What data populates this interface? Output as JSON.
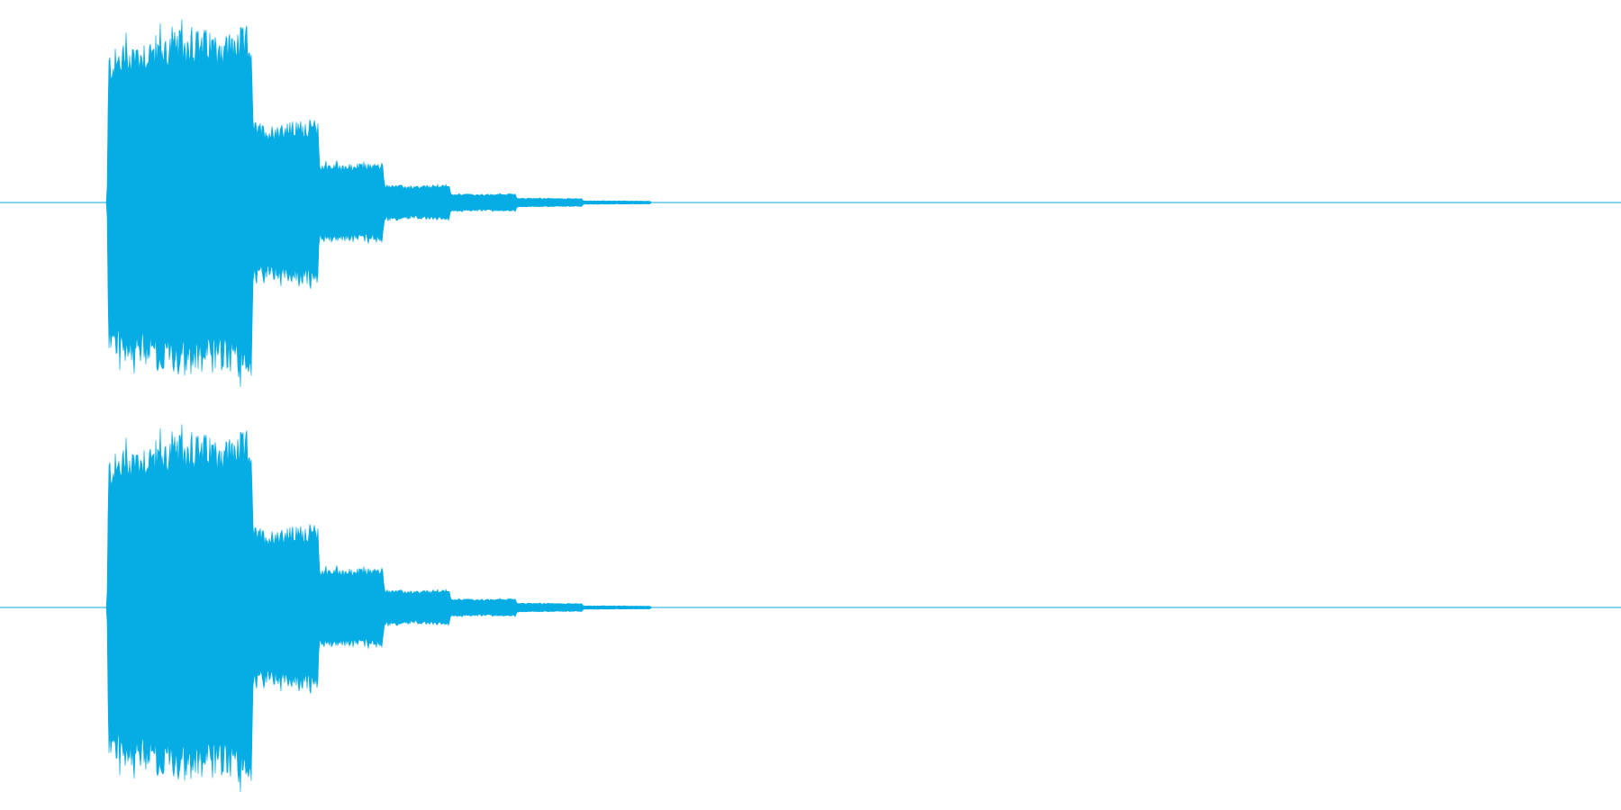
{
  "chart_data": {
    "type": "area",
    "title": "",
    "xlabel": "",
    "ylabel": "",
    "grid": false,
    "legend": "none",
    "x_range": [
      0,
      1.0
    ],
    "y_range": [
      -1.0,
      1.0
    ],
    "series": [
      {
        "x": [
          0.0,
          0.066,
          0.067,
          0.08,
          0.1,
          0.12,
          0.14,
          0.155,
          0.156,
          0.165,
          0.18,
          0.196,
          0.197,
          0.215,
          0.236,
          0.237,
          0.255,
          0.277,
          0.278,
          0.3,
          0.318,
          0.319,
          0.34,
          0.359,
          0.36,
          0.38,
          0.401,
          0.402,
          1.0
        ],
        "envelope": [
          0.0,
          0.0,
          0.82,
          0.88,
          0.92,
          0.95,
          0.93,
          0.97,
          0.45,
          0.42,
          0.44,
          0.46,
          0.22,
          0.21,
          0.22,
          0.1,
          0.09,
          0.1,
          0.05,
          0.045,
          0.05,
          0.025,
          0.023,
          0.022,
          0.01,
          0.009,
          0.008,
          0.0,
          0.0
        ]
      },
      {
        "x": [
          0.0,
          0.066,
          0.067,
          0.08,
          0.1,
          0.12,
          0.14,
          0.155,
          0.156,
          0.165,
          0.18,
          0.196,
          0.197,
          0.215,
          0.236,
          0.237,
          0.255,
          0.277,
          0.278,
          0.3,
          0.318,
          0.319,
          0.34,
          0.359,
          0.36,
          0.38,
          0.401,
          0.402,
          1.0
        ],
        "envelope": [
          0.0,
          0.0,
          0.82,
          0.88,
          0.92,
          0.95,
          0.93,
          0.97,
          0.45,
          0.42,
          0.44,
          0.46,
          0.22,
          0.21,
          0.22,
          0.1,
          0.09,
          0.1,
          0.05,
          0.045,
          0.05,
          0.025,
          0.023,
          0.022,
          0.01,
          0.009,
          0.008,
          0.0,
          0.0
        ]
      }
    ],
    "colors": {
      "waveform": "#06ade4",
      "baseline": "#06ade4",
      "background": "#ffffff"
    }
  }
}
